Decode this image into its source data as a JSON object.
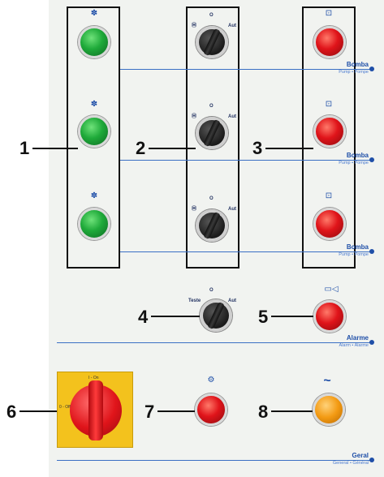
{
  "callouts": [
    "1",
    "2",
    "3",
    "4",
    "5",
    "6",
    "7",
    "8"
  ],
  "sections": {
    "bomba1": {
      "title": "Bomba",
      "subtitle": "Pump • Pompe"
    },
    "bomba2": {
      "title": "Bomba",
      "subtitle": "Pump • Pompe"
    },
    "bomba3": {
      "title": "Bomba",
      "subtitle": "Pump • Pompe"
    },
    "alarme": {
      "title": "Alarme",
      "subtitle": "Alarm • Alarme"
    },
    "geral": {
      "title": "Geral",
      "subtitle": "General • Général"
    }
  },
  "selectors": {
    "pump_labels": {
      "off": "O",
      "manual": "Ⓜ",
      "auto": "Aut"
    },
    "alarm_labels": {
      "off": "O",
      "test": "Teste",
      "auto": "Aut"
    }
  },
  "icons": {
    "fan": "✽",
    "pump": "⊡",
    "horn": "▭◁",
    "fault": "⚙",
    "power": "~"
  },
  "main_switch": {
    "on_label": "I - On",
    "off_label": "0 - Off"
  },
  "colors": {
    "panel": "#f1f3f0",
    "line_blue": "#3a6fc4",
    "green": "#1faa3a",
    "red": "#e0141a",
    "orange": "#f39a12",
    "yellow": "#f3c21d"
  }
}
